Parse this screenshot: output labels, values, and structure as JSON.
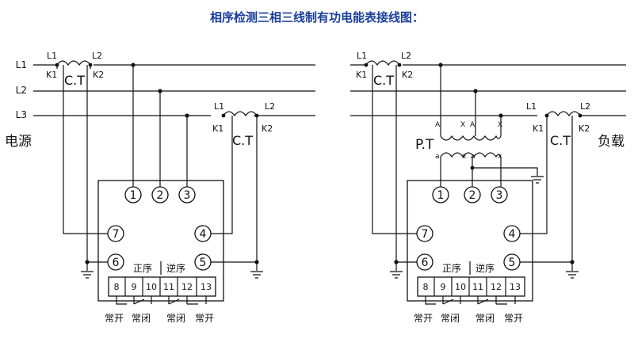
{
  "title": "相序检测三相三线制有功电能表接线图：",
  "lines": [
    "L1",
    "L2",
    "L3"
  ],
  "source_label": "电源",
  "load_label": "负载",
  "ct": {
    "label": "C.T",
    "l1": "L1",
    "l2": "L2",
    "k1": "K1",
    "k2": "K2"
  },
  "pt": {
    "label": "P.T",
    "A": "A",
    "X": "X",
    "a": "a",
    "x": "x"
  },
  "terminals_top": [
    "1",
    "2",
    "3"
  ],
  "terminal_left": "7",
  "terminal_right": "4",
  "terminal_ground": "6",
  "terminal_mid": "5",
  "forward_label": "正序",
  "reverse_label": "逆序",
  "relay_terminals": [
    "8",
    "9",
    "10",
    "11",
    "12",
    "13"
  ],
  "no_label": "常开",
  "nc_label": "常闭",
  "colors": {
    "title": "#1a3e9c",
    "line": "#111111"
  }
}
